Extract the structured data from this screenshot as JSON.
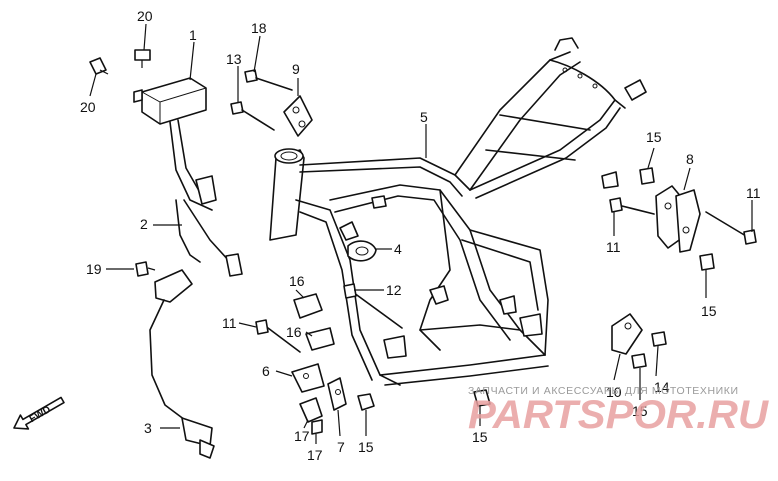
{
  "callouts": [
    {
      "id": "c1",
      "label": "1"
    },
    {
      "id": "c2",
      "label": "2"
    },
    {
      "id": "c3",
      "label": "3"
    },
    {
      "id": "c4",
      "label": "4"
    },
    {
      "id": "c5",
      "label": "5"
    },
    {
      "id": "c6",
      "label": "6"
    },
    {
      "id": "c7",
      "label": "7"
    },
    {
      "id": "c8",
      "label": "8"
    },
    {
      "id": "c9",
      "label": "9"
    },
    {
      "id": "c10",
      "label": "10"
    },
    {
      "id": "c11a",
      "label": "11"
    },
    {
      "id": "c11b",
      "label": "11"
    },
    {
      "id": "c11c",
      "label": "11"
    },
    {
      "id": "c12",
      "label": "12"
    },
    {
      "id": "c13",
      "label": "13"
    },
    {
      "id": "c14",
      "label": "14"
    },
    {
      "id": "c15a",
      "label": "15"
    },
    {
      "id": "c15b",
      "label": "15"
    },
    {
      "id": "c15c",
      "label": "15"
    },
    {
      "id": "c15d",
      "label": "15"
    },
    {
      "id": "c15e",
      "label": "15"
    },
    {
      "id": "c16a",
      "label": "16"
    },
    {
      "id": "c16b",
      "label": "16"
    },
    {
      "id": "c17a",
      "label": "17"
    },
    {
      "id": "c17b",
      "label": "17"
    },
    {
      "id": "c18",
      "label": "18"
    },
    {
      "id": "c19",
      "label": "19"
    },
    {
      "id": "c20a",
      "label": "20"
    },
    {
      "id": "c20b",
      "label": "20"
    }
  ],
  "fwd_label": "FWD",
  "watermark": {
    "line1": "ЗАПЧАСТИ И АКСЕССУАРЫ ДЛЯ МОТОТЕХНИКИ",
    "line2": "PARTSPOR.RU"
  }
}
